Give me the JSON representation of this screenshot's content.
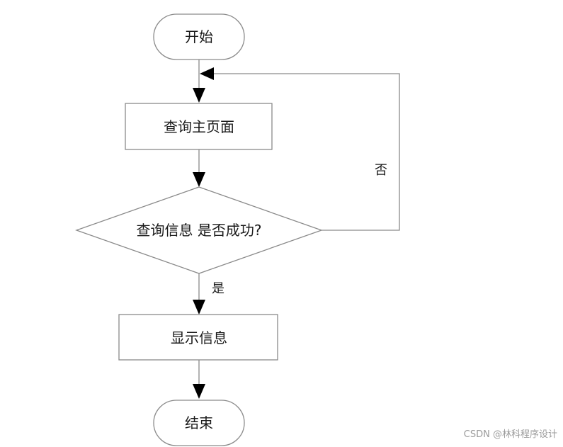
{
  "nodes": {
    "start": "开始",
    "query_home": "查询主页面",
    "decision": "查询信息 是否成功?",
    "display": "显示信息",
    "end": "结束"
  },
  "edges": {
    "no_label": "否",
    "yes_label": "是"
  },
  "watermark": "CSDN @林科程序设计"
}
